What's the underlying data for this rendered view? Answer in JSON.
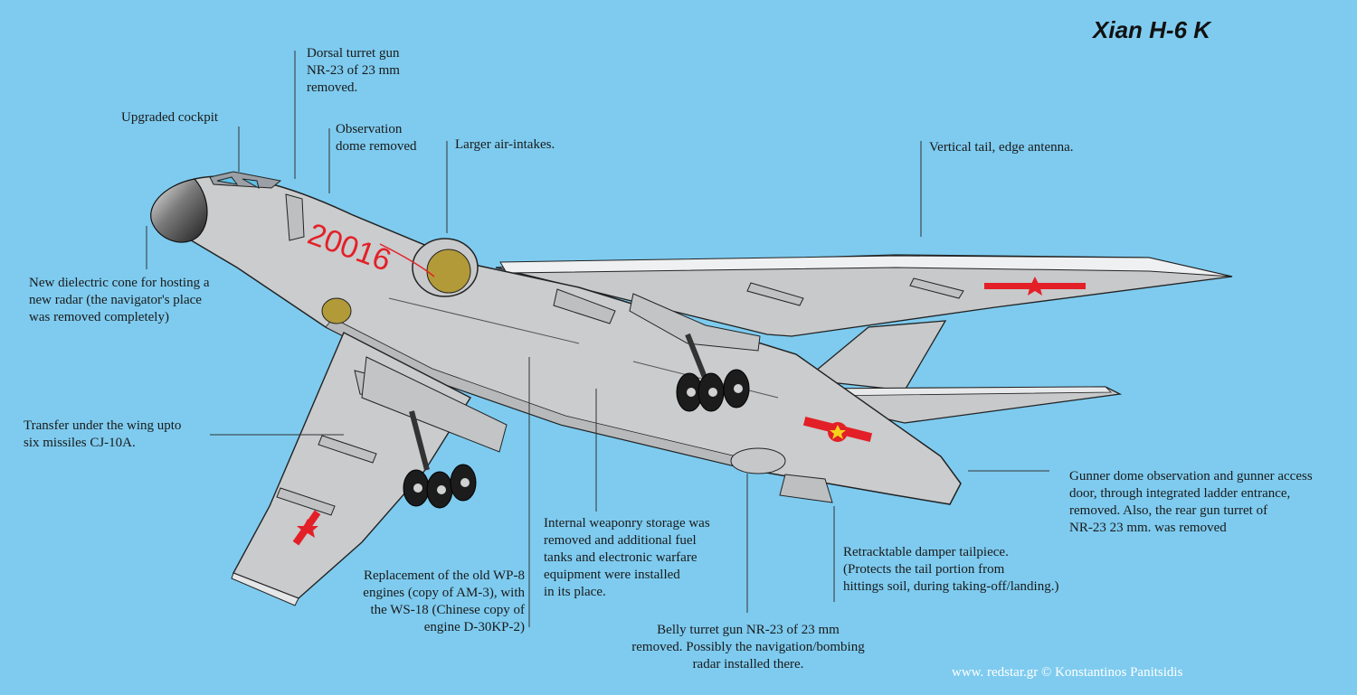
{
  "title": "Xian H-6 K",
  "serial": "20016",
  "credit": "www. redstar.gr ©  Konstantinos Panitsidis",
  "colors": {
    "sky": "#7ecbef",
    "airframe": "#c9cbcd",
    "marking_red": "#e32027",
    "marking_yellow": "#f4d21a"
  },
  "callouts": {
    "dorsal": "Dorsal turret gun\nNR-23 of 23 mm\nremoved.",
    "cockpit": "Upgraded cockpit",
    "dome": "Observation\ndome removed",
    "intakes": "Larger air-intakes.",
    "tail": "Vertical tail, edge antenna.",
    "cone": "New dielectric cone for hosting a\nnew radar (the navigator's place\nwas removed completely)",
    "missiles": "Transfer under the wing upto\nsix missiles CJ-10A.",
    "gunner": "Gunner dome observation and gunner access\ndoor, through integrated ladder entrance,\nremoved. Also, the rear gun turret of\nNR-23 23 mm. was removed",
    "weapons": "Internal weaponry storage was\nremoved and additional fuel\ntanks and electronic warfare\nequipment were installed\nin its place.",
    "damper": "Retracktable damper tailpiece.\n(Protects the tail portion from\nhittings soil, during taking-off/landing.)",
    "engines": "Replacement of the old WP-8\nengines (copy of AM-3), with\nthe WS-18 (Chinese copy of\nengine D-30KP-2)",
    "belly": "Belly turret gun NR-23 of 23 mm\nremoved. Possibly the navigation/bombing\nradar installed there."
  }
}
